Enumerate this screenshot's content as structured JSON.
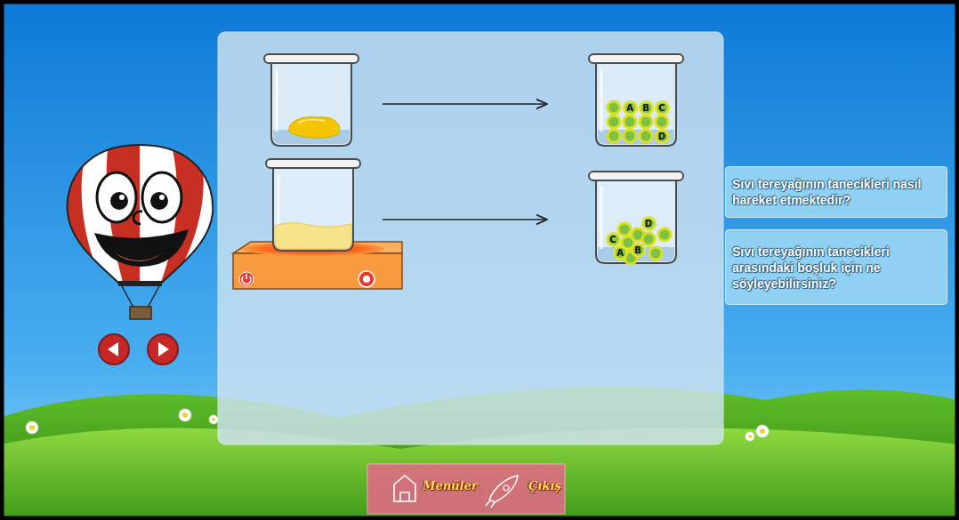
{
  "diagram": {
    "nodes": [
      {
        "text": [
          "A"
        ]
      },
      {
        "text": [
          "B"
        ]
      },
      {
        "text": [
          "C"
        ]
      },
      {
        "text": [
          "D"
        ]
      },
      {
        "text": [
          "Sıvı tereyağının tanecikleri nasıl hareket etmektedir?"
        ]
      },
      {
        "text": [
          "D"
        ]
      },
      {
        "text": [
          "C"
        ]
      },
      {
        "text": [
          "A"
        ]
      },
      {
        "text": [
          "B"
        ]
      },
      {
        "text": [
          "Sıvı tereyağının tanecikleri arasındaki boşluk için ne söyleyebilirsiniz?"
        ]
      }
    ],
    "labels": [
      "Menüler",
      "Çıkış"
    ]
  }
}
